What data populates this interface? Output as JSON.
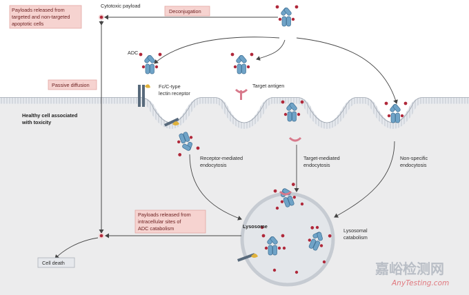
{
  "labels": {
    "payloads_released_dead": [
      "Payloads released from",
      "targeted and non-targeted",
      "apoptotic cells"
    ],
    "cytotoxic_payload": "Cytotoxic payload",
    "deconjugation": "Deconjugation",
    "adc": "ADC",
    "passive_diffusion": "Passive diffusion",
    "fc_receptor": [
      "Fc/C-type",
      "lectin receptor"
    ],
    "target_antigen": "Target antigen",
    "healthy_cell": [
      "Healthy cell associated",
      "with toxicity"
    ],
    "receptor_endocytosis": [
      "Receptor-mediated",
      "endocytosis"
    ],
    "target_endocytosis": [
      "Target-mediated",
      "endocytosis"
    ],
    "nonspecific_endocytosis": [
      "Non-specific",
      "endocytosis"
    ],
    "payloads_released_lyso": [
      "Payloads released from",
      "intracellular sites of",
      "ADC catabolism"
    ],
    "lysosome": "Lysosome",
    "lysosomal_catabolism": [
      "Lysosomal",
      "catabolism"
    ],
    "cell_death": "Cell death"
  },
  "watermark": {
    "cn": "嘉峪检测网",
    "en": "AnyTesting.com"
  },
  "colors": {
    "antibody_blue": "#6fa3c7",
    "antibody_dark": "#3d6d92",
    "payload_red": "#b0283a",
    "label_box_fill": "#f6d3d0",
    "label_box_stroke": "#e3a7a2",
    "membrane": "#c9ced6",
    "cytoplasm": "#ececed",
    "receptor_yellow": "#e0b23c",
    "antigen_pink": "#d87a8c"
  }
}
